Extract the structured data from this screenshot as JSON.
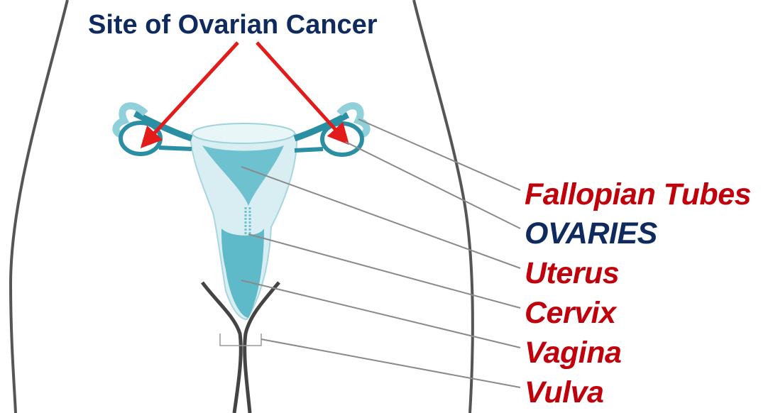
{
  "title": "Site of Ovarian Cancer",
  "labels": {
    "fallopian_tubes": "Fallopian Tubes",
    "ovaries": "OVARIES",
    "uterus": "Uterus",
    "cervix": "Cervix",
    "vagina": "Vagina",
    "vulva": "Vulva"
  },
  "colors": {
    "title": "#0e2a5e",
    "ovaries": "#0e2a5e",
    "other_labels": "#c0000b",
    "arrows": "#e31b1b",
    "organ_dark": "#2b8fa3",
    "organ_light": "#d8eef2",
    "body_outline": "#555555",
    "leader_lines": "#8a8a8a"
  }
}
